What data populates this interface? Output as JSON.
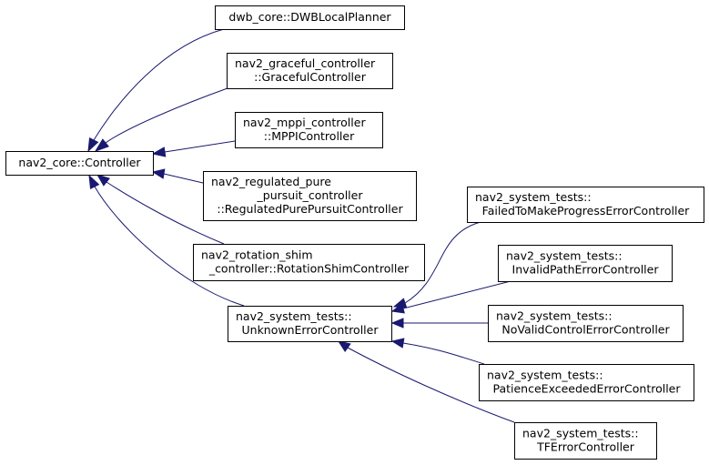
{
  "nodes": [
    {
      "id": "controller",
      "lines": [
        "nav2_core::Controller"
      ]
    },
    {
      "id": "dwb",
      "lines": [
        "dwb_core::DWBLocalPlanner"
      ]
    },
    {
      "id": "graceful",
      "lines": [
        "nav2_graceful_controller",
        "::GracefulController"
      ]
    },
    {
      "id": "mppi",
      "lines": [
        "nav2_mppi_controller",
        "::MPPIController"
      ]
    },
    {
      "id": "rpp",
      "lines": [
        "nav2_regulated_pure",
        "_pursuit_controller",
        "::RegulatedPurePursuitController"
      ]
    },
    {
      "id": "shim",
      "lines": [
        "nav2_rotation_shim",
        "_controller::RotationShimController"
      ]
    },
    {
      "id": "unknown",
      "lines": [
        "nav2_system_tests::",
        "UnknownErrorController"
      ]
    },
    {
      "id": "failed",
      "lines": [
        "nav2_system_tests::",
        "FailedToMakeProgressErrorController"
      ]
    },
    {
      "id": "invalid",
      "lines": [
        "nav2_system_tests::",
        "InvalidPathErrorController"
      ]
    },
    {
      "id": "novalid",
      "lines": [
        "nav2_system_tests::",
        "NoValidControlErrorController"
      ]
    },
    {
      "id": "patience",
      "lines": [
        "nav2_system_tests::",
        "PatienceExceededErrorController"
      ]
    },
    {
      "id": "tferror",
      "lines": [
        "nav2_system_tests::",
        "TFErrorController"
      ]
    }
  ],
  "edges": [
    {
      "from": "dwb",
      "to": "controller"
    },
    {
      "from": "graceful",
      "to": "controller"
    },
    {
      "from": "mppi",
      "to": "controller"
    },
    {
      "from": "rpp",
      "to": "controller"
    },
    {
      "from": "shim",
      "to": "controller"
    },
    {
      "from": "unknown",
      "to": "controller"
    },
    {
      "from": "failed",
      "to": "unknown"
    },
    {
      "from": "invalid",
      "to": "unknown"
    },
    {
      "from": "novalid",
      "to": "unknown"
    },
    {
      "from": "patience",
      "to": "unknown"
    },
    {
      "from": "tferror",
      "to": "unknown"
    }
  ],
  "colors": {
    "edge": "#191970",
    "node_border": "#000000",
    "node_fill": "#ffffff"
  }
}
